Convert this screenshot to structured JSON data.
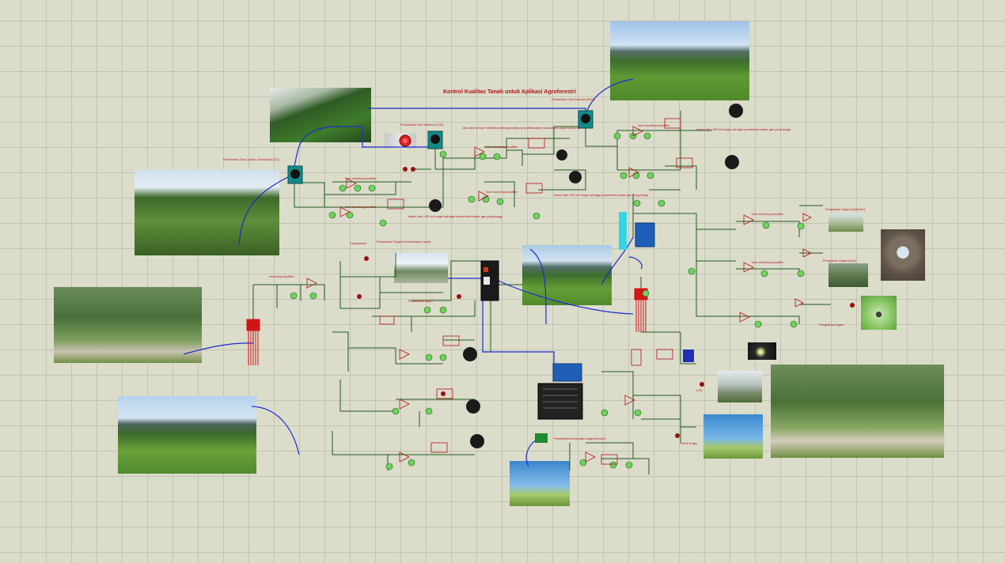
{
  "diagram": {
    "title": "Kontrol Kualitas Tanah untuk Aplikasi Agroforestri",
    "labels": {
      "co2": "Pendeteksi Gas Carbon Dioksida (CO2)",
      "ch4": "Pendeteksi Gas Metana (CH4)",
      "nh3": "Pendeteksi Gas Amonia (NH3)",
      "soil_moisture": "Pendeteksi Tingkat Kelembaban tanah",
      "rain": "Pendeteksi hujan",
      "light": "Pendeteksi kecepatan Angin(Sensor)",
      "amp1": "Non-inverting amplifier",
      "amp2": "Non-inverting amplifier",
      "amp3": "Non-inverting amplifier",
      "amp4": "Non-inverting amplifier",
      "amp5": "Non-inverting amplifier",
      "amp6": "Non-inverting amplifier",
      "amp7": "Non-inverting amplifier",
      "inv_amp": "Inverting Amplifier",
      "alarm1": "Alarm dan LED ini fungsi sebagai pendeteksi kadar gas yang tinggi",
      "alarm2": "Alarm dan LED ini fungsi sebagai pendeteksi kadar gas yang tinggi",
      "alarm3": "Alarm dan LED ini fungsi sebagai pendeteksi kadar gas yang tinggi",
      "note_gas": "Jika nilai sensor melebihi ambang batas yang ditentukan maka alarm akan berbunyi",
      "comparator": "Comparator",
      "sprinkler1": "Pengaliran irigasi (Sprinkler)",
      "sprinkler2": "Pengaliran irigasi (Drip)",
      "sprinkler3": "Pengaliran irigasi",
      "wind": "Kincir Angin",
      "led": "LED"
    },
    "colors": {
      "wire": "#1e5b1e",
      "component": "#b01515",
      "probe": "#1a2dcc",
      "grid": "#c3c3b2",
      "background": "#dcdccb"
    }
  }
}
